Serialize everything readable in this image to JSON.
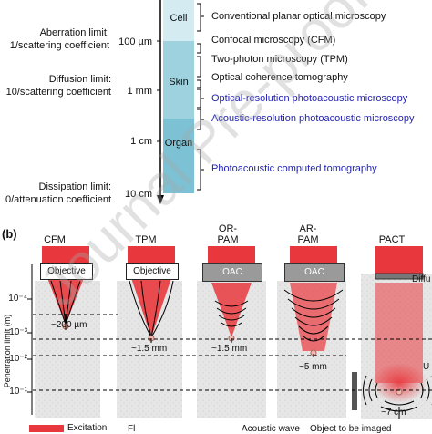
{
  "panel_a": {
    "limits": [
      {
        "line1": "Aberration limit:",
        "line2": "1/scattering coefficient"
      },
      {
        "line1": "Diffusion limit:",
        "line2": "10/scattering coefficient"
      },
      {
        "line1": "Dissipation limit:",
        "line2": "0/attenuation coefficient"
      }
    ],
    "depths": [
      "100 µm",
      "1 mm",
      "1 cm",
      "10 cm"
    ],
    "tissues": [
      "Cell",
      "Skin",
      "Organ"
    ],
    "techniques": [
      {
        "label": "Conventional planar optical microscopy",
        "color": "#111111"
      },
      {
        "label": "Confocal microscopy (CFM)",
        "color": "#111111"
      },
      {
        "label": "Two-photon microscopy (TPM)",
        "color": "#111111"
      },
      {
        "label": "Optical coherence tomography",
        "color": "#111111"
      },
      {
        "label": "Optical-resolution photoacoustic microscopy",
        "color": "#1f1fb0"
      },
      {
        "label": "Acoustic-resolution photoacoustic microscopy",
        "color": "#1f1fb0"
      },
      {
        "label": "Photoacoustic computed tomography",
        "color": "#1f1fb0"
      }
    ]
  },
  "panel_b": {
    "tag": "(b)",
    "methods": [
      "CFM",
      "TPM",
      "OR-\nPAM",
      "AR-\nPAM",
      "PACT"
    ],
    "or_pam_line1": "OR-",
    "or_pam_line2": "PAM",
    "ar_pam_line1": "AR-",
    "ar_pam_line2": "PAM",
    "objective": "Objective",
    "oac": "OAC",
    "diffuser": "Diffu",
    "depth_labels": [
      "~200 µm",
      "~1.5 mm",
      "~1.5 mm",
      "~5 mm",
      "~7 cm"
    ],
    "ylabel": "Penetration limit (m)",
    "yticks": [
      "10⁻⁴",
      "10⁻³",
      "10⁻²",
      "10⁻¹"
    ],
    "legend_excitation": "Excitation",
    "legend_fluor": "Fl",
    "legend_acoustic": "Acoustic wave",
    "legend_object": "Object to be imaged",
    "ultrasound_partial": "U"
  },
  "watermark": "Journal Pre-proof",
  "colors": {
    "bar_cell": "#d4ebf1",
    "bar_skin": "#9fd2df",
    "bar_organ": "#7cc1d4",
    "excitation": "#e8383d",
    "tissue_grey": "#d9d9d9"
  }
}
